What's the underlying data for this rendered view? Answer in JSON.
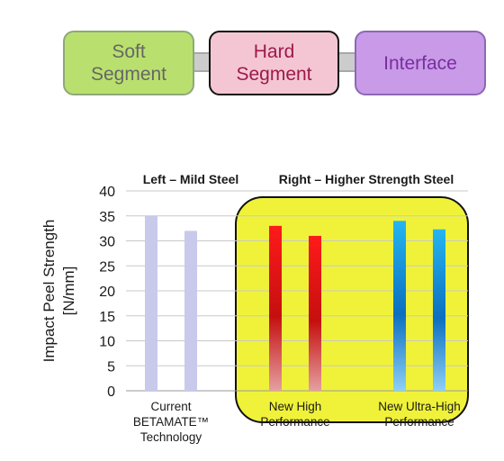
{
  "segments": {
    "soft": {
      "line1": "Soft",
      "line2": "Segment",
      "fill": "#b9e06e"
    },
    "hard": {
      "line1": "Hard",
      "line2": "Segment",
      "fill": "#f4c6d3"
    },
    "interface": {
      "line1": "Interface",
      "fill": "#c89ae8"
    }
  },
  "chart_data": {
    "type": "bar",
    "ylabel": [
      "Impact Peel Strength",
      "[N/mm]"
    ],
    "ylim": [
      0,
      40
    ],
    "yticks": [
      0,
      5,
      10,
      15,
      20,
      25,
      30,
      35,
      40
    ],
    "grid": true,
    "section_labels": {
      "left": "Left – Mild Steel",
      "right": "Right – Higher Strength Steel"
    },
    "groups": [
      {
        "label": [
          "Current",
          "BETAMATE™",
          "Technology"
        ],
        "values": [
          35,
          32
        ],
        "color": "#c9c9ec"
      },
      {
        "label": [
          "New High",
          "Performance"
        ],
        "values": [
          33,
          31
        ],
        "color": "#e01010"
      },
      {
        "label": [
          "New Ultra-High",
          "Performance"
        ],
        "values": [
          34,
          32.3
        ],
        "color": "#1aa3e0"
      }
    ],
    "highlight": {
      "fill": "#f0f23a",
      "covers_groups": [
        1,
        2
      ]
    }
  }
}
